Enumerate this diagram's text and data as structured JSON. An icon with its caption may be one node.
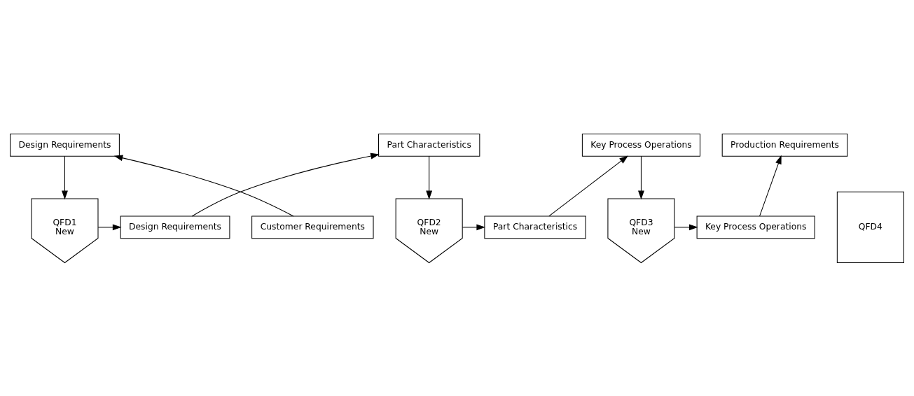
{
  "diagram": {
    "nodes": [
      {
        "text": [
          "Design Requirements"
        ]
      },
      {
        "text": [
          "Customer Requirements"
        ]
      },
      {
        "text": [
          "QFD1",
          "New"
        ]
      },
      {
        "text": [
          "Part Characteristics"
        ]
      },
      {
        "text": [
          "Design Requirements"
        ]
      },
      {
        "text": [
          "QFD2",
          "New"
        ]
      },
      {
        "text": [
          "Key Process Operations"
        ]
      },
      {
        "text": [
          "Part Characteristics"
        ]
      },
      {
        "text": [
          "QFD3",
          "New"
        ]
      },
      {
        "text": [
          "Production Requirements"
        ]
      },
      {
        "text": [
          "Key Process Operations"
        ]
      },
      {
        "text": [
          "QFD4"
        ]
      }
    ],
    "edges": [
      {
        "from": 1,
        "to": 0,
        "arrow": "to"
      },
      {
        "from": 0,
        "to": 2,
        "arrow": "to"
      },
      {
        "from": 2,
        "to": 4,
        "arrow": "to"
      },
      {
        "from": 4,
        "to": 3,
        "arrow": "to"
      },
      {
        "from": 3,
        "to": 5,
        "arrow": "to"
      },
      {
        "from": 5,
        "to": 7,
        "arrow": "to"
      },
      {
        "from": 7,
        "to": 6,
        "arrow": "to"
      },
      {
        "from": 6,
        "to": 8,
        "arrow": "to"
      },
      {
        "from": 8,
        "to": 10,
        "arrow": "to"
      },
      {
        "from": 10,
        "to": 9,
        "arrow": "to"
      }
    ]
  }
}
